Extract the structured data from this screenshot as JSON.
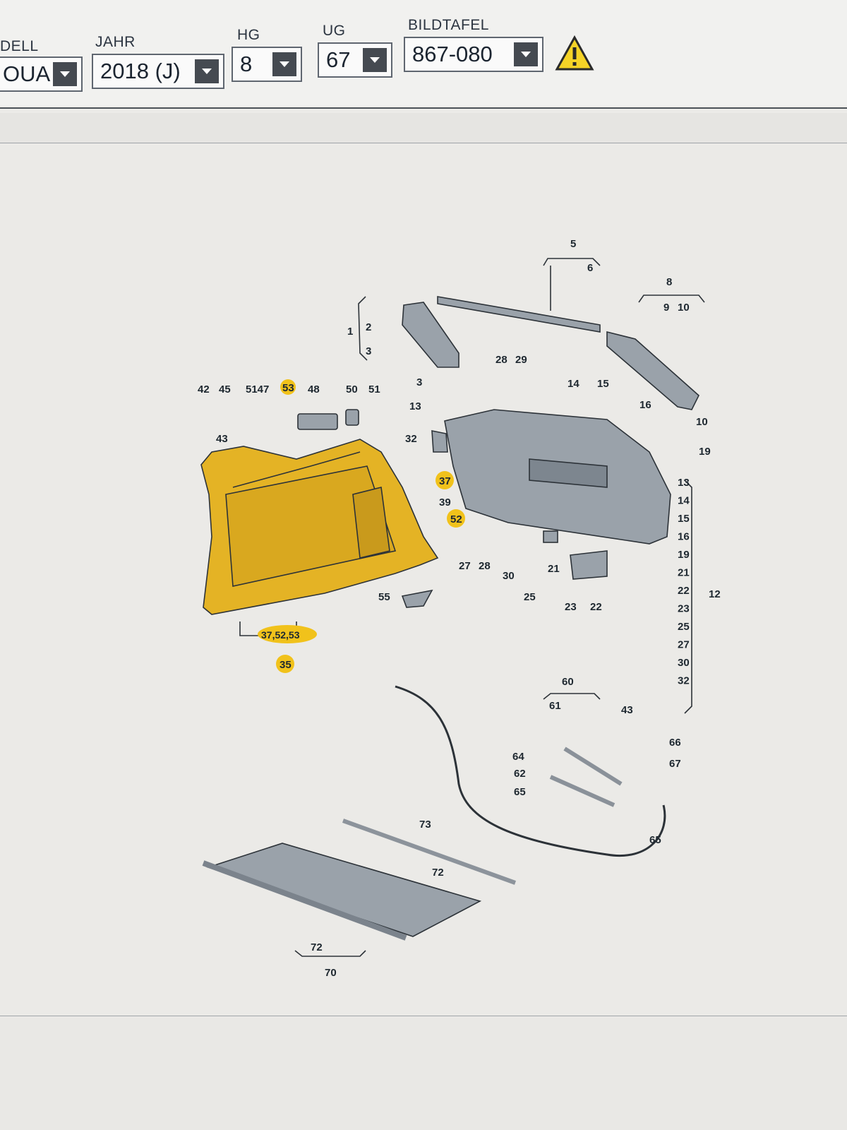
{
  "header": {
    "modell": {
      "label": "DELL",
      "value": "OUA"
    },
    "jahr": {
      "label": "JAHR",
      "value": "2018 (J)"
    },
    "hg": {
      "label": "HG",
      "value": "8"
    },
    "ug": {
      "label": "UG",
      "value": "67"
    },
    "bildtafel": {
      "label": "BILDTAFEL",
      "value": "867-080"
    },
    "warning_icon": "warning-triangle-icon"
  },
  "colors": {
    "highlight": "#f1c21b",
    "part_fill": "#9aa2aa",
    "yellow_part": "#e4b325"
  },
  "callouts": {
    "c1": "1",
    "c2": "2",
    "c3": "3",
    "c3b": "3",
    "c5": "5",
    "c6": "6",
    "c8": "8",
    "c9": "9",
    "c10": "10",
    "c10b": "10",
    "c12": "12",
    "c13": "13",
    "c14": "14",
    "c15": "15",
    "c16": "16",
    "c19": "19",
    "c21": "21",
    "c22": "22",
    "c23": "23",
    "c25": "25",
    "c27": "27",
    "c28": "28",
    "c28b": "28",
    "c29": "29",
    "c30": "30",
    "c32": "32",
    "c35": "35",
    "c37": "37",
    "c37group": "37,52,53",
    "c39": "39",
    "c42": "42",
    "c43": "43",
    "c43b": "43",
    "c45": "45",
    "c47": "5147",
    "c48": "48",
    "c50": "50",
    "c51": "51",
    "c52": "52",
    "c53": "53",
    "c55": "55",
    "c60": "60",
    "c61": "61",
    "c62": "62",
    "c64": "64",
    "c65": "65",
    "c65b": "65",
    "c66": "66",
    "c67": "67",
    "c70": "70",
    "c72": "72",
    "c72b": "72",
    "c73": "73"
  },
  "bracket_list": [
    "13",
    "14",
    "15",
    "16",
    "19",
    "21",
    "22",
    "23",
    "25",
    "27",
    "30",
    "32"
  ]
}
